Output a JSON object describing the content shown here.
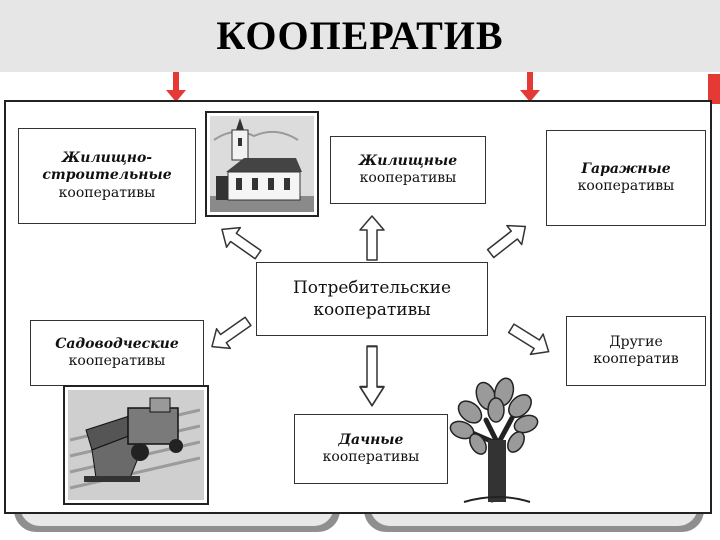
{
  "title": "КООПЕРАТИВ",
  "colors": {
    "accent_red": "#e53935",
    "title_bg": "#e6e6e6"
  },
  "diagram": {
    "center": {
      "line1": "Потребительские",
      "line2": "кооперативы"
    },
    "housing_construction": {
      "line1": "Жилищно-",
      "line2": "строительные",
      "line3": "кооперативы"
    },
    "housing": {
      "line1": "Жилищные",
      "line2": "кооперативы"
    },
    "garage": {
      "line1": "Гаражные",
      "line2": "кооперативы"
    },
    "gardening": {
      "line1": "Садоводческие",
      "line2": "кооперативы"
    },
    "other": {
      "line1": "Другие",
      "line2": "кооператив"
    },
    "dacha": {
      "line1": "Дачные",
      "line2": "кооперативы"
    }
  },
  "icons": [
    "church-icon",
    "harvester-icon",
    "tree-icon"
  ]
}
